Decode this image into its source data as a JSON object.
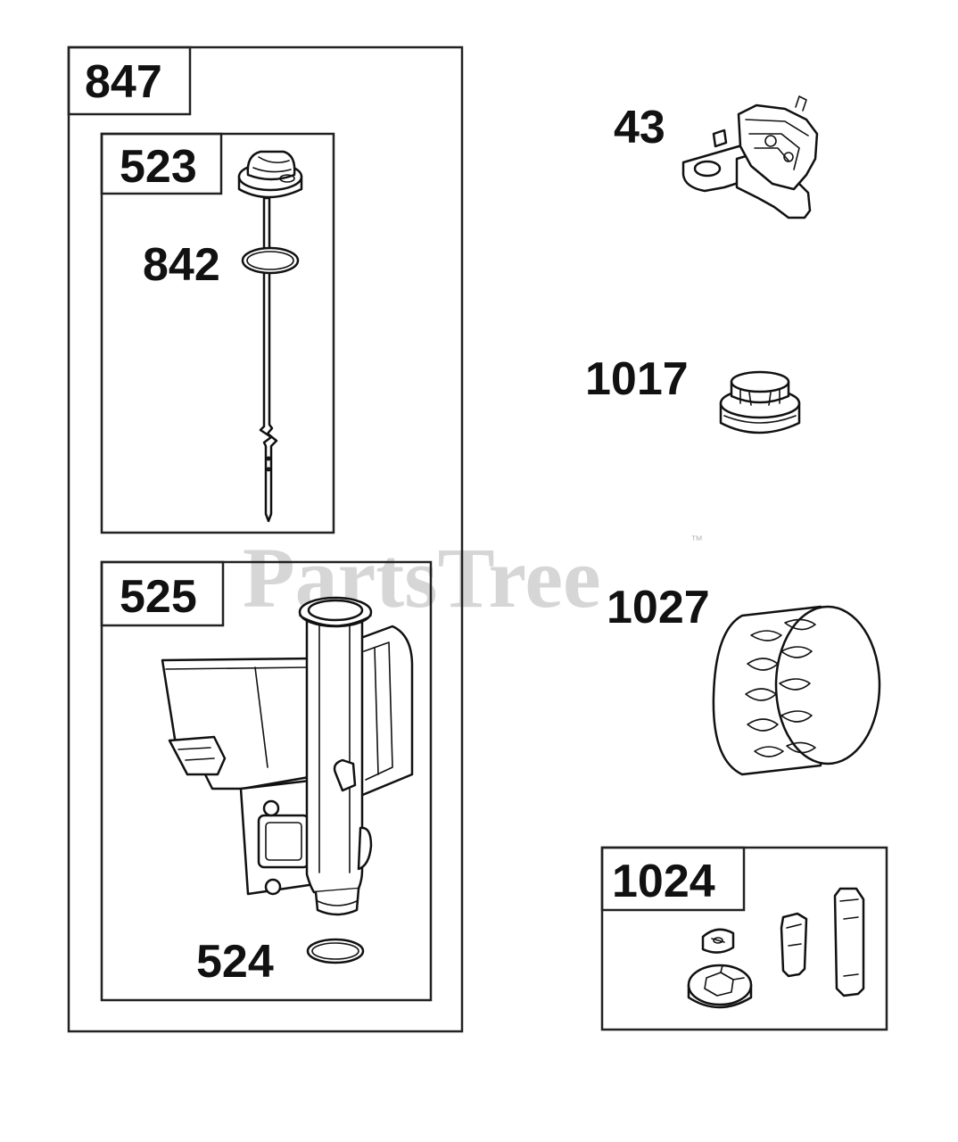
{
  "watermark": {
    "text": "PartsTree",
    "trademark": "™"
  },
  "groups": {
    "g847": {
      "label": "847"
    },
    "g523": {
      "label": "523"
    },
    "g525": {
      "label": "525"
    },
    "g1024": {
      "label": "1024"
    }
  },
  "parts": {
    "p842": {
      "label": "842"
    },
    "p524": {
      "label": "524"
    },
    "p43": {
      "label": "43"
    },
    "p1017": {
      "label": "1017"
    },
    "p1027": {
      "label": "1027"
    }
  }
}
